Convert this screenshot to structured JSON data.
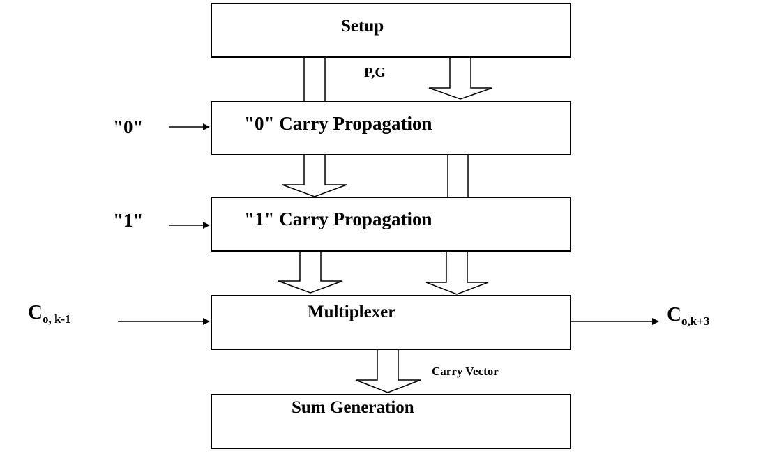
{
  "blocks": {
    "setup": "Setup",
    "carry0": "\"0\" Carry Propagation",
    "carry1": "\"1\" Carry Propagation",
    "mux": "Multiplexer",
    "sum": "Sum Generation"
  },
  "signals": {
    "pg": "P,G",
    "carry_vector": "Carry Vector",
    "in0": "\"0\"",
    "in1": "\"1\"",
    "cin_main": "C",
    "cin_sub": "o, k-1",
    "cout_main": "C",
    "cout_sub": "o,k+3"
  }
}
